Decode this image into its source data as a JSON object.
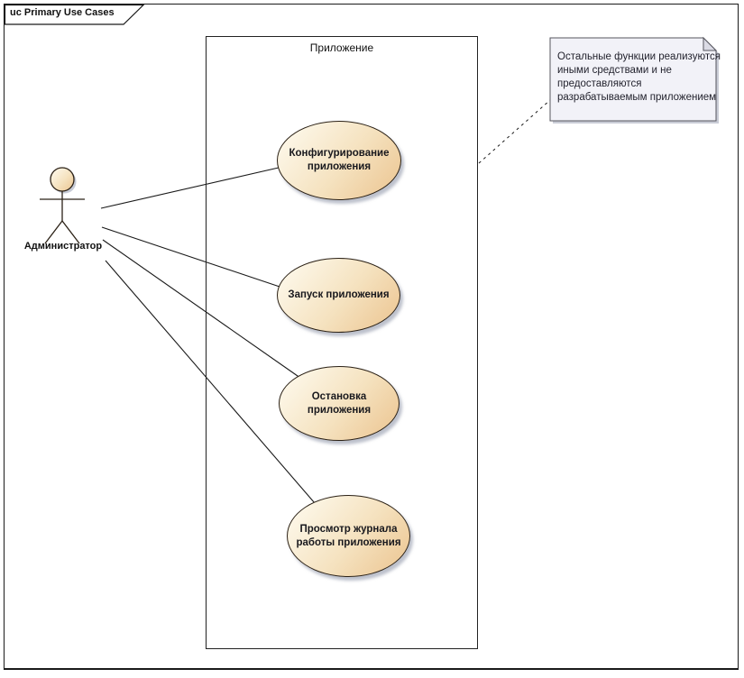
{
  "frame": {
    "label": "uc Primary Use Cases"
  },
  "boundary": {
    "label": "Приложение"
  },
  "actor": {
    "label": "Администратор"
  },
  "use_cases": [
    {
      "label": "Конфигурирование приложения",
      "lines": [
        "Конфигурирование",
        "приложения"
      ]
    },
    {
      "label": "Запуск приложения",
      "lines": [
        "Запуск приложения"
      ]
    },
    {
      "label": "Остановка приложения",
      "lines": [
        "Остановка",
        "приложения"
      ]
    },
    {
      "label": "Просмотр журнала работы приложения",
      "lines": [
        "Просмотр журнала",
        "работы приложения"
      ]
    }
  ],
  "note": {
    "text": "Остальные функции реализуются иными средствами и не предоставляются разрабатываемым приложением",
    "lines": [
      "Остальные функции реализуются",
      "иными средствами и не",
      "предоставляются",
      "разрабатываемым приложением"
    ]
  },
  "connections": [
    {
      "from": "Администратор",
      "to": "Конфигурирование приложения",
      "type": "association"
    },
    {
      "from": "Администратор",
      "to": "Запуск приложения",
      "type": "association"
    },
    {
      "from": "Администратор",
      "to": "Остановка приложения",
      "type": "association"
    },
    {
      "from": "Администратор",
      "to": "Просмотр журнала работы приложения",
      "type": "association"
    },
    {
      "from": "note",
      "to": "Приложение",
      "type": "note-attachment"
    }
  ],
  "colors": {
    "use_case_fill_light": "#fdf8ea",
    "use_case_fill_dark": "#ecc693",
    "use_case_border": "#2b2116",
    "note_fill": "#f2f2f8",
    "note_fold": "#dbdbe5",
    "shadow": "#9198aa",
    "line": "#1a1a1a",
    "background": "#ffffff"
  }
}
